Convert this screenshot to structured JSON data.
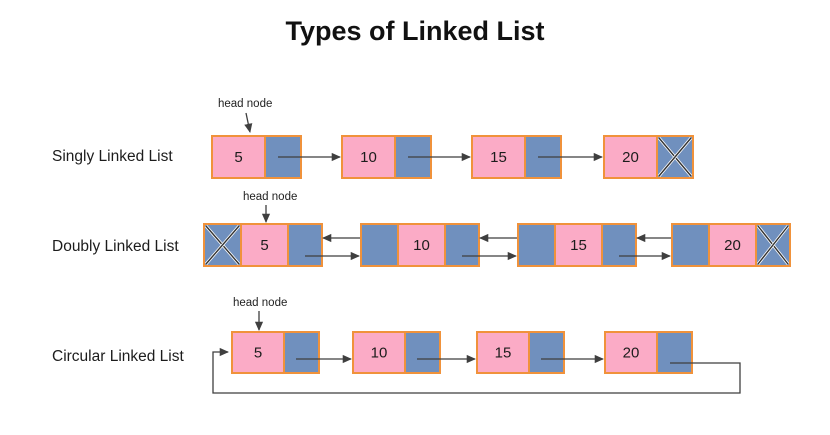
{
  "title": "Types of Linked List",
  "head_label": "head node",
  "colors": {
    "pink": "#FBABC6",
    "blue": "#7090BE",
    "border": "#F0923B",
    "line": "#3F3F3F",
    "text": "#1C1C1C"
  },
  "lists": [
    {
      "id": "singly",
      "label": "Singly Linked List",
      "values": [
        "5",
        "10",
        "15",
        "20"
      ]
    },
    {
      "id": "doubly",
      "label": "Doubly Linked List",
      "values": [
        "5",
        "10",
        "15",
        "20"
      ]
    },
    {
      "id": "circular",
      "label": "Circular Linked List",
      "values": [
        "5",
        "10",
        "15",
        "20"
      ]
    }
  ]
}
